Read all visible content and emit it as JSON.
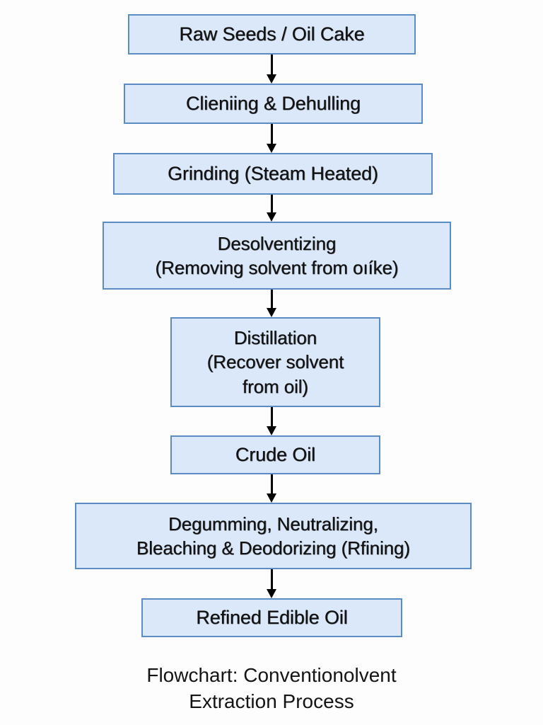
{
  "chart_data": {
    "type": "diagram",
    "diagram_kind": "flowchart",
    "orientation": "top-to-bottom",
    "title": "Flowchart: Conventionolvent\nExtraction Process",
    "node_fill_color": "#dbe8f9",
    "node_border_color": "#5b8cc4",
    "arrow_color": "#000000",
    "background_color": "#fdfdfd",
    "text_color": "#111111",
    "nodes": [
      {
        "id": "raw-seeds",
        "label": "Raw Seeds / Oil Cake"
      },
      {
        "id": "cleaning",
        "label": "Clieniing & Dehulling"
      },
      {
        "id": "grinding",
        "label": "Grinding (Steam Heated)"
      },
      {
        "id": "desolventizing",
        "label": "Desolventizing\n(Removing solvent from oıíke)"
      },
      {
        "id": "distillation",
        "label": "Distillation\n(Recover solvent\nfrom oil)"
      },
      {
        "id": "crude-oil",
        "label": "Crude Oil"
      },
      {
        "id": "degumming",
        "label": "Degumming, Neutralizing,\nBleaching & Deodorizing (Rfining)"
      },
      {
        "id": "refined-oil",
        "label": "Refined Edible Oil"
      }
    ],
    "edges": [
      {
        "from": "raw-seeds",
        "to": "cleaning"
      },
      {
        "from": "cleaning",
        "to": "grinding"
      },
      {
        "from": "grinding",
        "to": "desolventizing"
      },
      {
        "from": "desolventizing",
        "to": "distillation"
      },
      {
        "from": "distillation",
        "to": "crude-oil"
      },
      {
        "from": "crude-oil",
        "to": "degumming"
      },
      {
        "from": "degumming",
        "to": "refined-oil"
      }
    ]
  },
  "caption": {
    "text": "Flowchart: Conventionolvent\nExtraction Process"
  }
}
